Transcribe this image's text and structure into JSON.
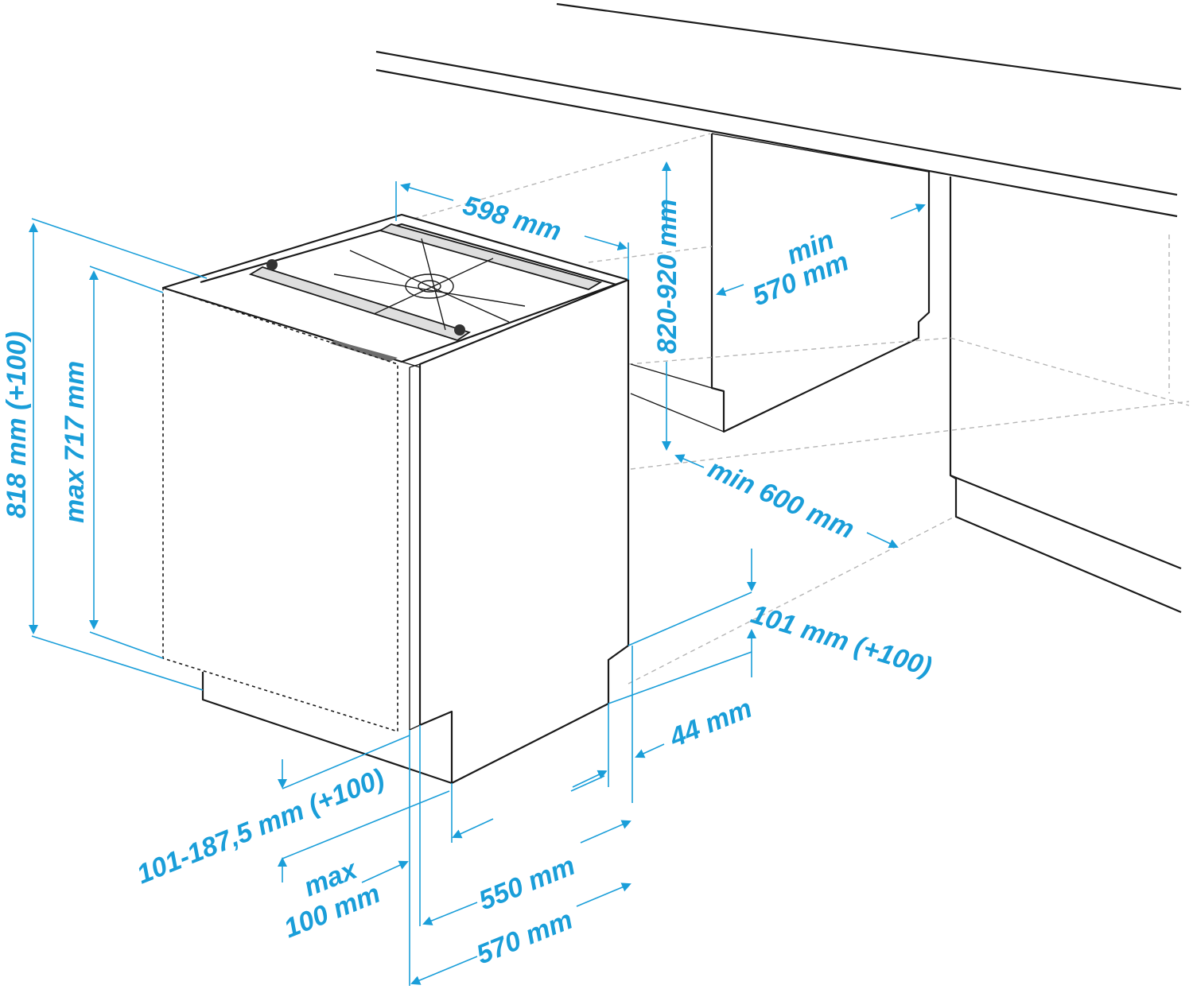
{
  "dimensions": {
    "d598": "598 mm",
    "d820_920": "820-920 mm",
    "min570_a": "min",
    "min570_b": "570 mm",
    "min600": "min 600 mm",
    "d818": "818 mm (+100)",
    "max717": "max 717 mm",
    "d101_100": "101 mm (+100)",
    "d44": "44 mm",
    "d101_187": "101-187,5 mm (+100)",
    "max100_a": "max",
    "max100_b": "100 mm",
    "d550": "550 mm",
    "d570": "570 mm"
  },
  "colors": {
    "dimension": "#1a9ed9",
    "outline": "#1a1a1a"
  }
}
